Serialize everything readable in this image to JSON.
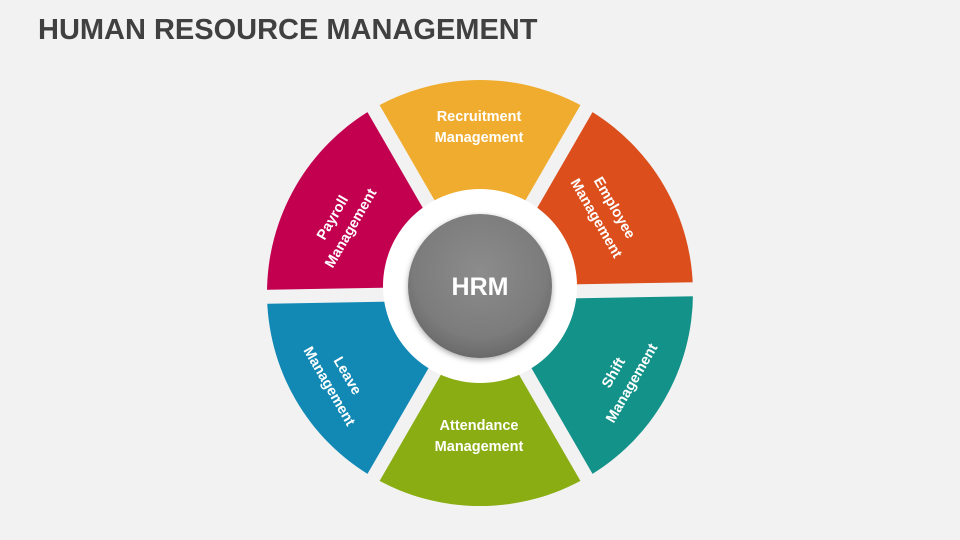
{
  "title": "HUMAN RESOURCE MANAGEMENT",
  "center": {
    "label": "HRM",
    "color": "#808080"
  },
  "background": "#f2f2f2",
  "segments": [
    {
      "line1": "Recruitment",
      "line2": "Management",
      "color": "#f0ac2e"
    },
    {
      "line1": "Employee",
      "line2": "Management",
      "color": "#dc4e1c"
    },
    {
      "line1": "Shift",
      "line2": "Management",
      "color": "#13928a"
    },
    {
      "line1": "Attendance",
      "line2": "Management",
      "color": "#8bad14"
    },
    {
      "line1": "Leave",
      "line2": "Management",
      "color": "#1289b5"
    },
    {
      "line1": "Payroll",
      "line2": "Management",
      "color": "#c2004f"
    }
  ]
}
